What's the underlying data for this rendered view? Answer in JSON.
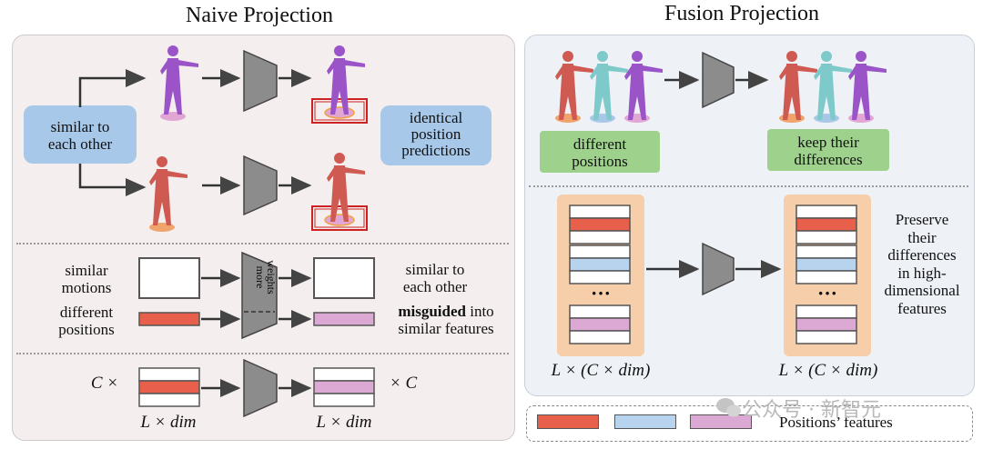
{
  "titles": {
    "naive": "Naive Projection",
    "fusion": "Fusion Projection"
  },
  "naive": {
    "similar_label": "similar to\neach other",
    "identical_label": "identical\nposition\npredictions",
    "row_similar_motions": "similar\nmotions",
    "row_different_positions": "different\npositions",
    "more_weights": "more\nweights",
    "out_similar": "similar to\neach other",
    "out_misguided_bold": "misguided",
    "out_misguided_rest": " into",
    "out_misguided_line2": "similar features",
    "c_times": "C ×",
    "times_c": "× C",
    "l_dim_left": "L × dim",
    "l_dim_right": "L × dim"
  },
  "fusion": {
    "different_positions": "different\npositions",
    "keep_differences": "keep their\ndifferences",
    "preserve": "Preserve\ntheir\ndifferences\nin high-\ndimensional\nfeatures",
    "dots": "···",
    "lcdim_left": "L × (C × dim)",
    "lcdim_right": "L × (C × dim)"
  },
  "legend": {
    "label": "Positions’ features"
  },
  "watermark": "公众号 · 新智元",
  "colors": {
    "red_feature": "#e8604c",
    "blue_feature": "#b7d3ee",
    "pink_feature": "#dba9d4",
    "projector": "#8c8c8c",
    "purple_figure": "#9a54c8",
    "red_figure": "#cf5a52",
    "teal_figure": "#7ec9c9"
  },
  "icons": [
    "purple-figure-icon",
    "red-figure-icon",
    "teal-figure-icon",
    "projector-trapezoid-icon",
    "wechat-logo-icon"
  ]
}
